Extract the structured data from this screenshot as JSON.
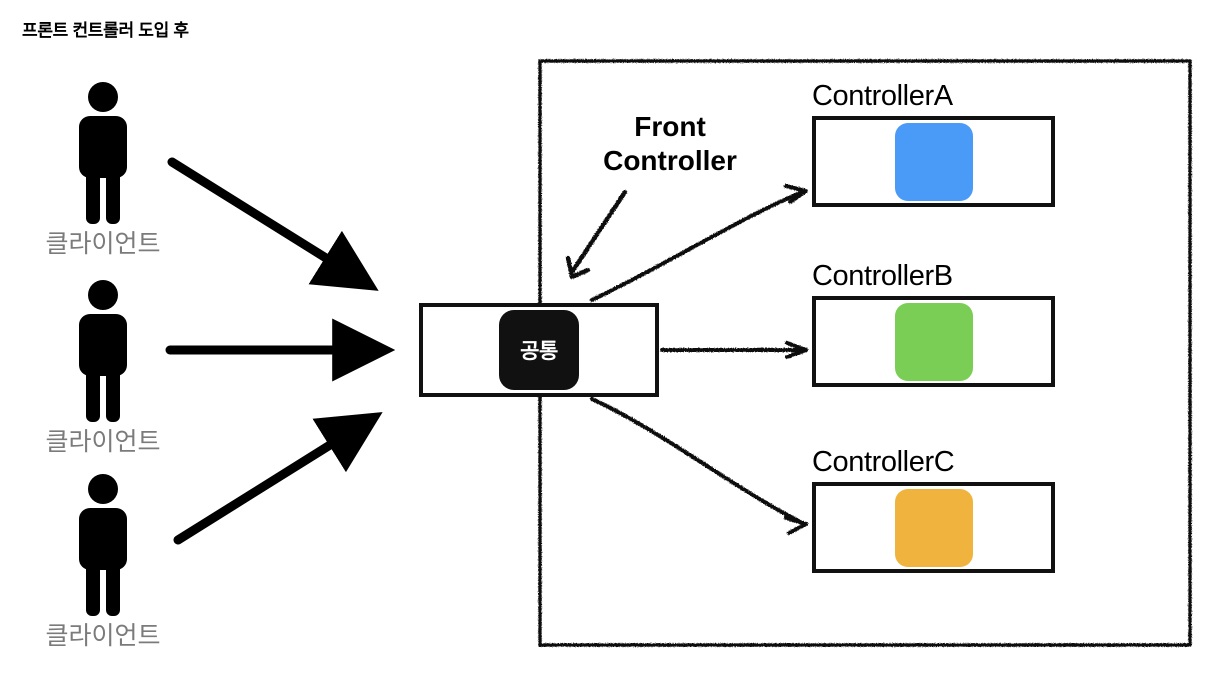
{
  "diagram": {
    "title": "프론트 컨트롤러 도입 후",
    "type": "architecture-diagram"
  },
  "clients": [
    {
      "label": "클라이언트",
      "icon": "person-icon"
    },
    {
      "label": "클라이언트",
      "icon": "person-icon"
    },
    {
      "label": "클라이언트",
      "icon": "person-icon"
    }
  ],
  "front_controller": {
    "annotation_line1": "Front",
    "annotation_line2": "Controller",
    "dispatcher_label": "공통"
  },
  "controllers": [
    {
      "name": "ControllerA",
      "color": "#4A9BF7"
    },
    {
      "name": "ControllerB",
      "color": "#7ACE56"
    },
    {
      "name": "ControllerC",
      "color": "#F0B33E"
    }
  ],
  "colors": {
    "stroke": "#111111",
    "label_gray": "#7b7b7b",
    "background": "#ffffff"
  }
}
